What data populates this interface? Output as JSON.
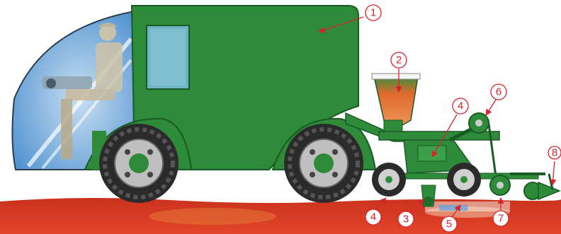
{
  "diagram": {
    "callouts": [
      {
        "id": "1",
        "label": "1"
      },
      {
        "id": "2",
        "label": "2"
      },
      {
        "id": "3",
        "label": "3"
      },
      {
        "id": "4a",
        "label": "4"
      },
      {
        "id": "4b",
        "label": "4"
      },
      {
        "id": "5",
        "label": "5"
      },
      {
        "id": "6",
        "label": "6"
      },
      {
        "id": "7",
        "label": "7"
      },
      {
        "id": "8",
        "label": "8"
      }
    ],
    "colors": {
      "body": "#2e8b3a",
      "body_dark": "#1f6b2a",
      "soil": "#d33a22",
      "soil_dark": "#b82a18",
      "sky_cab": "#7fb7e6",
      "tire": "#333333",
      "hopper": "#e0763a",
      "callout": "#d8232a"
    }
  }
}
